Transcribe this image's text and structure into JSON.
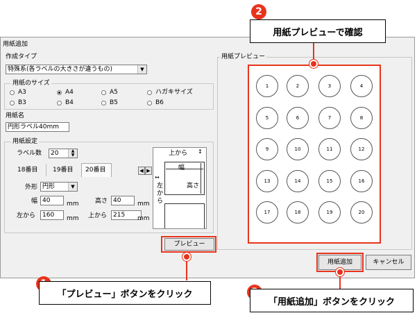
{
  "dialog": {
    "title": "用紙追加",
    "creation_type_label": "作成タイプ",
    "creation_type_value": "特殊系(各ラベルの大きさが違うもの)",
    "paper_size_label": "用紙のサイズ",
    "sizes": [
      {
        "label": "A3",
        "selected": false
      },
      {
        "label": "A4",
        "selected": true
      },
      {
        "label": "A5",
        "selected": false
      },
      {
        "label": "ハガキサイズ",
        "selected": false
      },
      {
        "label": "B3",
        "selected": false
      },
      {
        "label": "B4",
        "selected": false
      },
      {
        "label": "B5",
        "selected": false
      },
      {
        "label": "B6",
        "selected": false
      }
    ],
    "paper_name_label": "用紙名",
    "paper_name_value": "円形ラベル40mm",
    "settings": {
      "label": "用紙設定",
      "label_count_label": "ラベル数",
      "label_count_value": "20",
      "tabs": [
        "18番目",
        "19番目",
        "20番目"
      ],
      "shape_label": "外形",
      "shape_value": "円形",
      "width_label": "幅",
      "width_value": "40",
      "height_label": "高さ",
      "height_value": "40",
      "left_label": "左から",
      "left_value": "160",
      "top_label": "上から",
      "top_value": "215",
      "unit": "mm",
      "diagram": {
        "top": "上から",
        "width": "幅",
        "height": "高さ",
        "left": "左から"
      }
    },
    "preview_group_label": "用紙プレビュー",
    "preview_labels": [
      "1",
      "2",
      "3",
      "4",
      "5",
      "6",
      "7",
      "8",
      "9",
      "10",
      "11",
      "12",
      "13",
      "14",
      "15",
      "16",
      "17",
      "18",
      "19",
      "20"
    ],
    "buttons": {
      "preview": "プレビュー",
      "add": "用紙追加",
      "cancel": "キャンセル"
    }
  },
  "callouts": [
    {
      "number": "1",
      "text": "「プレビュー」ボタンをクリック"
    },
    {
      "number": "2",
      "text": "用紙プレビューで確認"
    },
    {
      "number": "3",
      "text": "「用紙追加」ボタンをクリック"
    }
  ],
  "colors": {
    "accent": "#e8331c"
  }
}
